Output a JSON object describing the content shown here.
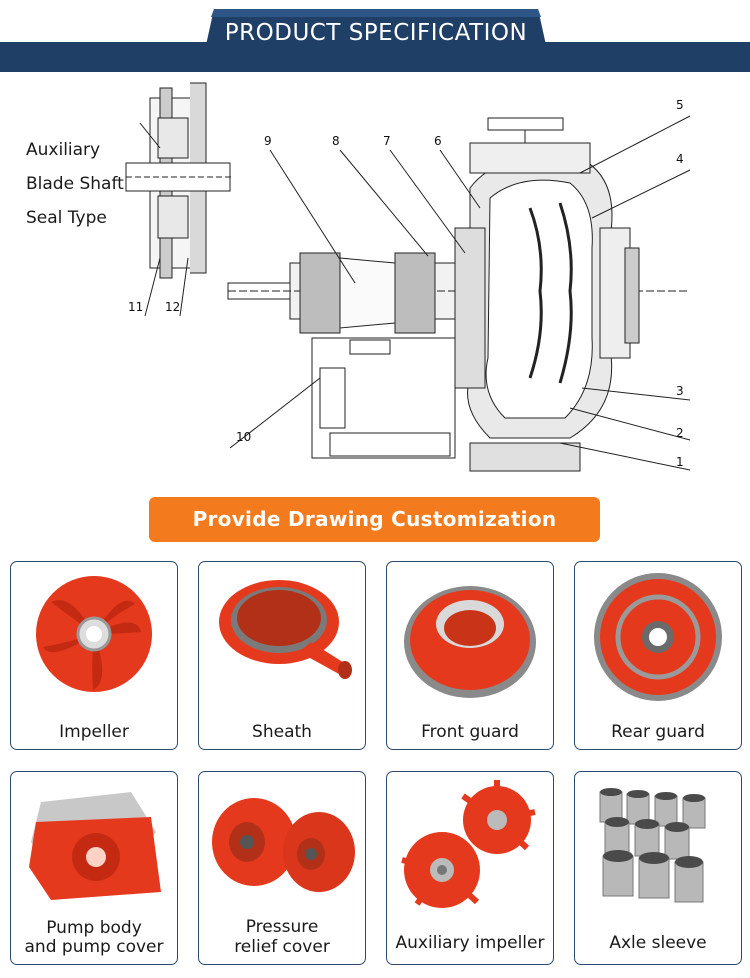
{
  "header": {
    "title": "PRODUCT SPECIFICATION",
    "band_color": "#1f3f66"
  },
  "diagram": {
    "seal_label_lines": [
      "Auxiliary",
      "Blade Shaft",
      "Seal Type"
    ],
    "callouts": [
      "1",
      "2",
      "3",
      "4",
      "5",
      "6",
      "7",
      "8",
      "9",
      "10",
      "11",
      "12"
    ]
  },
  "banner": {
    "label": "Provide Drawing Customization",
    "color": "#f47b1d"
  },
  "parts": [
    {
      "name_lines": [
        "Impeller"
      ],
      "icon": "impeller-icon"
    },
    {
      "name_lines": [
        "Sheath"
      ],
      "icon": "sheath-icon"
    },
    {
      "name_lines": [
        "Front guard"
      ],
      "icon": "front-guard-icon"
    },
    {
      "name_lines": [
        "Rear guard"
      ],
      "icon": "rear-guard-icon"
    },
    {
      "name_lines": [
        "Pump body",
        "and pump cover"
      ],
      "icon": "pump-body-icon"
    },
    {
      "name_lines": [
        "Pressure",
        "relief cover"
      ],
      "icon": "pressure-relief-cover-icon"
    },
    {
      "name_lines": [
        "Auxiliary impeller"
      ],
      "icon": "auxiliary-impeller-icon"
    },
    {
      "name_lines": [
        "Axle sleeve"
      ],
      "icon": "axle-sleeve-icon"
    }
  ],
  "colors": {
    "card_border": "#2b4a72",
    "part_red": "#e5391e"
  }
}
